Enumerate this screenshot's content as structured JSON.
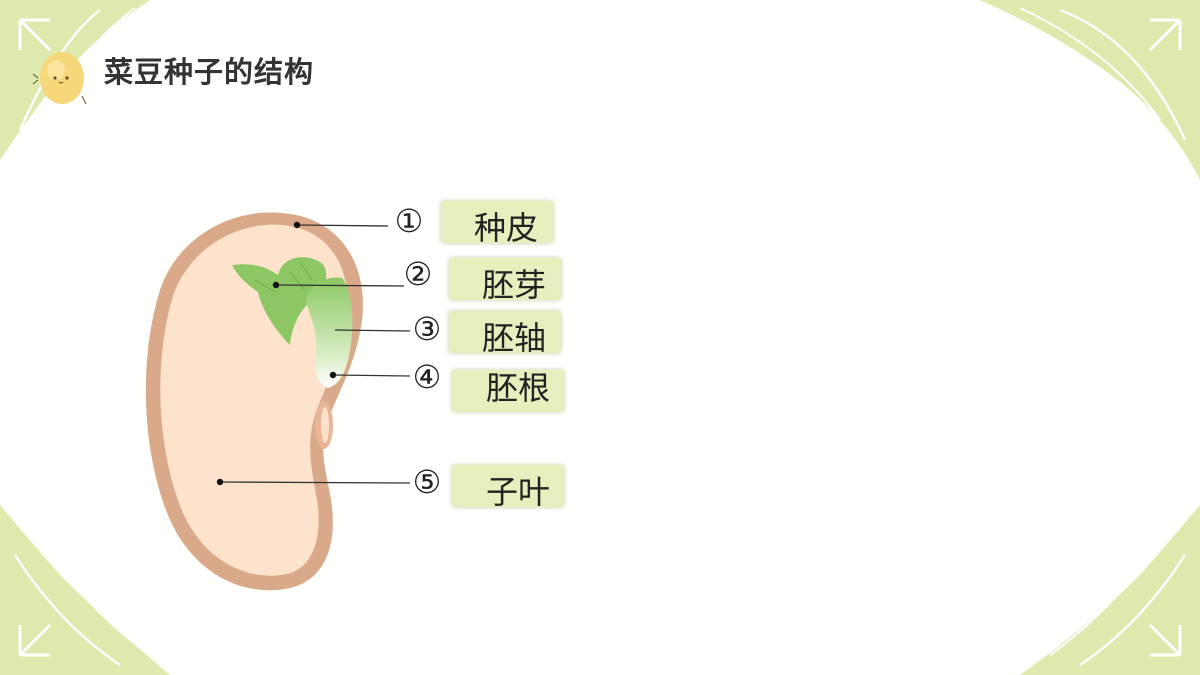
{
  "header": {
    "title": "菜豆种子的结构",
    "mascot_icon": "bean-mascot-icon"
  },
  "parts": [
    {
      "number": "①",
      "label": "种皮"
    },
    {
      "number": "②",
      "label": "胚芽"
    },
    {
      "number": "③",
      "label": "胚轴"
    },
    {
      "number": "④",
      "label": "胚根"
    },
    {
      "number": "⑤",
      "label": "子叶"
    }
  ],
  "colors": {
    "corner_green": "#dde9ad",
    "corner_line": "#ffffff",
    "seed_coat": "#d9a98a",
    "cotyledon": "#fde3cc",
    "plumule": "#8cc763",
    "label_bg": "#e6efbd",
    "title": "#333333"
  }
}
